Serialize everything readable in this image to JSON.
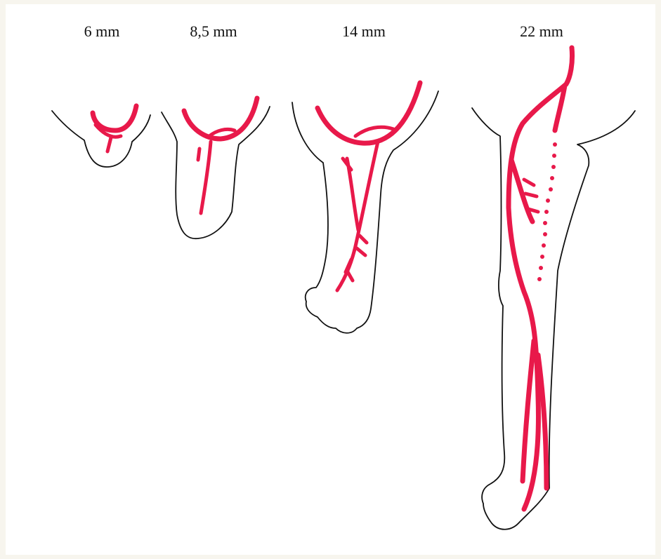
{
  "stages": [
    {
      "id": "stage-6mm",
      "label": "6 mm"
    },
    {
      "id": "stage-8-5mm",
      "label": "8,5 mm"
    },
    {
      "id": "stage-14mm",
      "label": "14 mm"
    },
    {
      "id": "stage-22mm",
      "label": "22 mm"
    }
  ],
  "colors": {
    "background": "#f7f5ee",
    "figure": "#ffffff",
    "outline": "#111111",
    "vessel": "#e8194a"
  }
}
